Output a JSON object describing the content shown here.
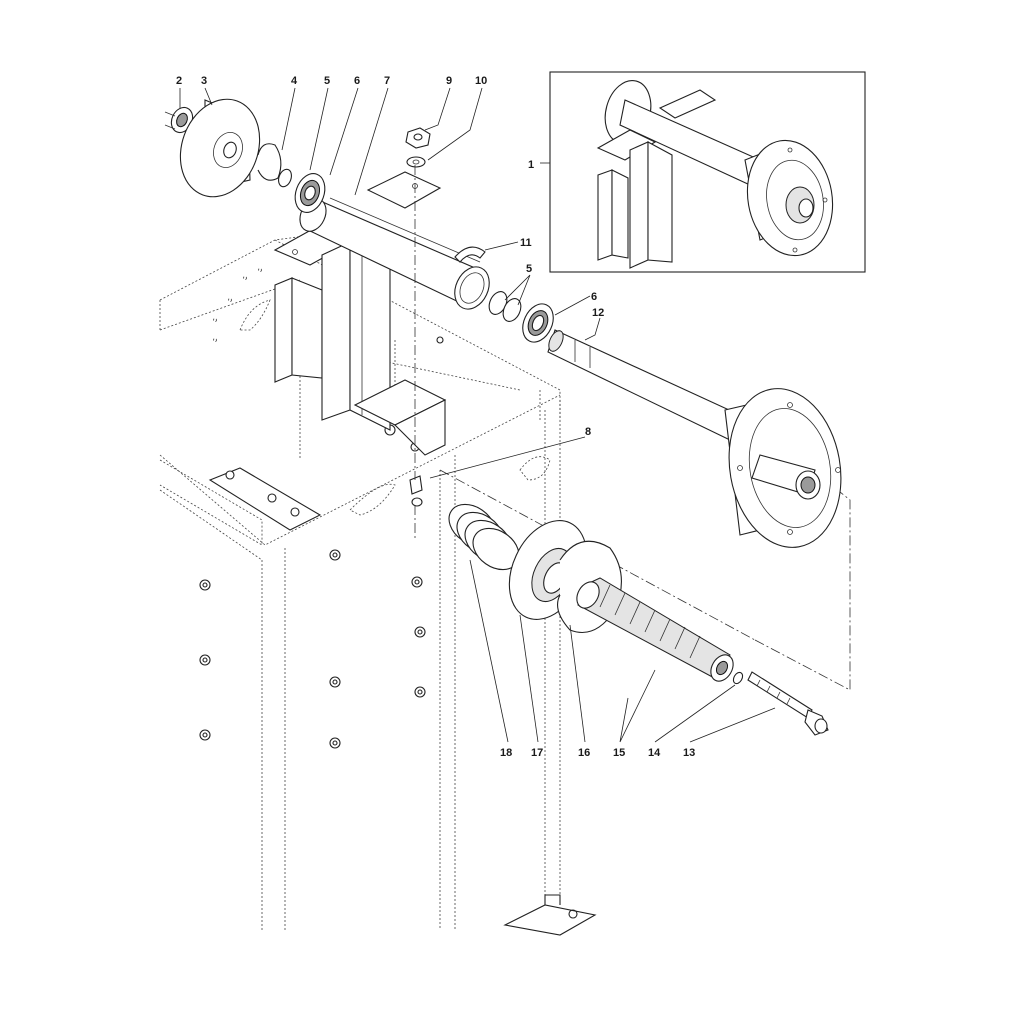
{
  "callouts": [
    {
      "id": "c1",
      "text": "1"
    },
    {
      "id": "c2",
      "text": "2"
    },
    {
      "id": "c3",
      "text": "3"
    },
    {
      "id": "c4",
      "text": "4"
    },
    {
      "id": "c5a",
      "text": "5"
    },
    {
      "id": "c6a",
      "text": "6"
    },
    {
      "id": "c7",
      "text": "7"
    },
    {
      "id": "c9",
      "text": "9"
    },
    {
      "id": "c10",
      "text": "10"
    },
    {
      "id": "c11",
      "text": "11"
    },
    {
      "id": "c5b",
      "text": "5"
    },
    {
      "id": "c6b",
      "text": "6"
    },
    {
      "id": "c12",
      "text": "12"
    },
    {
      "id": "c8",
      "text": "8"
    },
    {
      "id": "c18",
      "text": "18"
    },
    {
      "id": "c17",
      "text": "17"
    },
    {
      "id": "c16",
      "text": "16"
    },
    {
      "id": "c15",
      "text": "15"
    },
    {
      "id": "c14",
      "text": "14"
    },
    {
      "id": "c13",
      "text": "13"
    }
  ]
}
